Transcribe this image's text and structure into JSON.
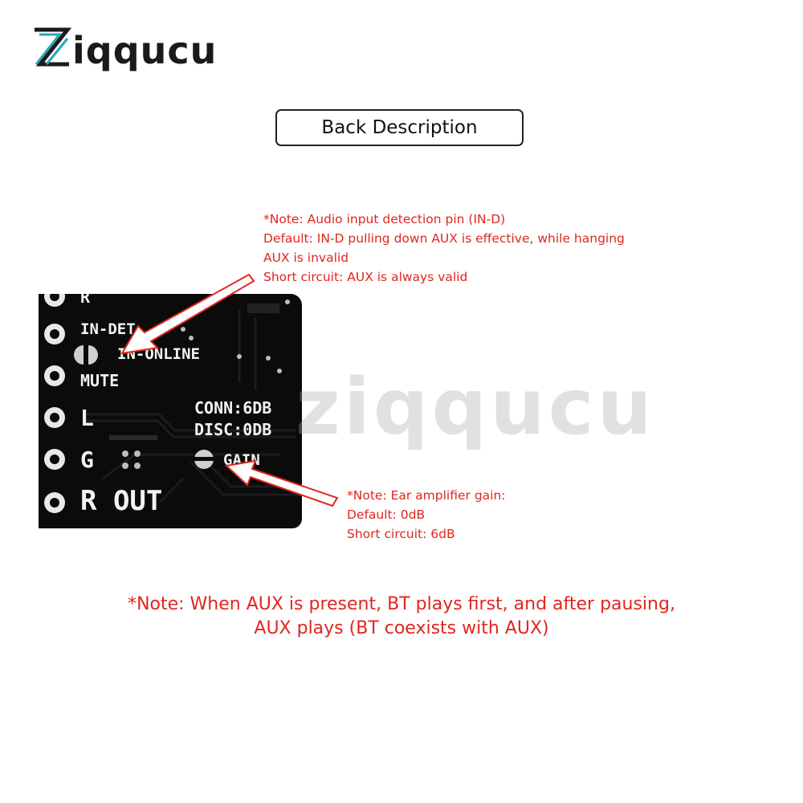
{
  "brand": {
    "logo_letter": "Z",
    "logo_rest": "iqqucu",
    "colors": {
      "z_accent": "#2aa7b8",
      "z_dark": "#1a1a1a"
    }
  },
  "title": "Back Description",
  "notes": {
    "top": [
      "*Note: Audio input detection pin (IN-D)",
      "Default: IN-D pulling down AUX is effective, while hanging",
      "AUX is invalid",
      "Short circuit: AUX is always valid"
    ],
    "gain": [
      "*Note: Ear amplifier gain:",
      "Default: 0dB",
      "Short circuit: 6dB"
    ],
    "bottom": [
      "*Note: When AUX is present, BT plays first, and after pausing,",
      "AUX plays (BT coexists with AUX)"
    ],
    "color": "#e0261f"
  },
  "pcb": {
    "labels": {
      "r_top": "R",
      "in_det": "IN-DET",
      "in_online": "IN-ONLINE",
      "mute": "MUTE",
      "l": "L",
      "g": "G",
      "r_out": "R OUT",
      "conn": "CONN:6DB",
      "disc": "DISC:0DB",
      "gain": "GAIN"
    }
  },
  "watermark": "ziqqucu"
}
